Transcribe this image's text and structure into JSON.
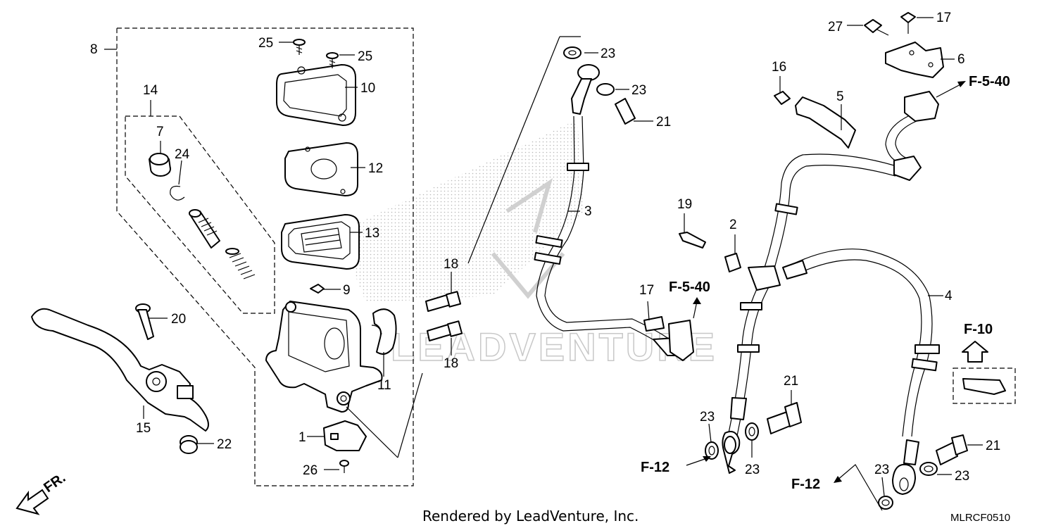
{
  "callouts": {
    "c1": "1",
    "c2": "2",
    "c3": "3",
    "c4": "4",
    "c5": "5",
    "c6": "6",
    "c7": "7",
    "c8": "8",
    "c9": "9",
    "c10": "10",
    "c11": "11",
    "c12": "12",
    "c13": "13",
    "c14": "14",
    "c15": "15",
    "c16": "16",
    "c17a": "17",
    "c17b": "17",
    "c18a": "18",
    "c18b": "18",
    "c19": "19",
    "c20": "20",
    "c21a": "21",
    "c21b": "21",
    "c21c": "21",
    "c22": "22",
    "c23a": "23",
    "c23b": "23",
    "c23c": "23",
    "c23d": "23",
    "c23e": "23",
    "c23f": "23",
    "c24": "24",
    "c25a": "25",
    "c25b": "25",
    "c26": "26",
    "c27": "27"
  },
  "references": {
    "f540_top": "F-5-40",
    "f540_mid": "F-5-40",
    "f10": "F-10",
    "f12_left": "F-12",
    "f12_right": "F-12",
    "fr": "FR."
  },
  "watermark": "LEADVENTURE",
  "footer": {
    "rendered_by": "Rendered by LeadVenture, Inc.",
    "diagram_code": "MLRCF0510"
  }
}
